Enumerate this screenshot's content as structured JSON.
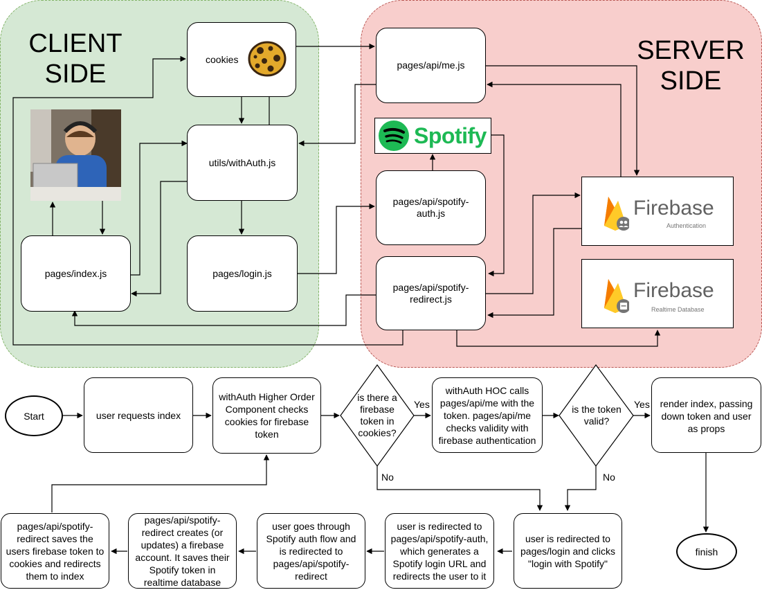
{
  "zones": {
    "client_title": "CLIENT\nSIDE",
    "server_title": "SERVER\nSIDE"
  },
  "nodes": {
    "cookies": "cookies",
    "withauth": "utils/withAuth.js",
    "index": "pages/index.js",
    "login": "pages/login.js",
    "api_me": "pages/api/me.js",
    "spotify_auth": "pages/api/spotify-auth.js",
    "spotify_redirect": "pages/api/spotify-redirect.js"
  },
  "logos": {
    "spotify": "Spotify",
    "firebase_auth_name": "Firebase",
    "firebase_auth_sub": "Authentication",
    "firebase_db_name": "Firebase",
    "firebase_db_sub": "Realtime Database"
  },
  "flow": {
    "start": "Start",
    "user_requests": "user requests index",
    "withauth_checks": "withAuth Higher Order Component checks cookies for firebase token",
    "is_token": "is there a firebase token in cookies?",
    "hoc_calls": "withAuth HOC calls pages/api/me with the token. pages/api/me checks validity with firebase authentication",
    "is_valid": "is the token valid?",
    "render_index": "render index, passing down token and user as props",
    "finish": "finish",
    "redirect_login": "user is redirected to pages/login and clicks \"login with Spotify\"",
    "redirect_auth": "user is redirected to pages/api/spotify-auth, which generates a Spotify login URL and redirects the user to it",
    "spotify_flow": "user goes through Spotify auth flow and is redirected to pages/api/spotify-redirect",
    "creates_account": "pages/api/spotify-redirect creates (or updates) a firebase account. It saves their Spotify token in realtime database",
    "saves_token": "pages/api/spotify-redirect saves the users firebase token to cookies and redirects them to index"
  },
  "edge_labels": {
    "yes1": "Yes",
    "no1": "No",
    "yes2": "Yes",
    "no2": "No"
  },
  "colors": {
    "client_fill": "#d5e8d4",
    "server_fill": "#f8cecc",
    "spotify_green": "#1db954",
    "firebase_orange": "#ffa000"
  }
}
